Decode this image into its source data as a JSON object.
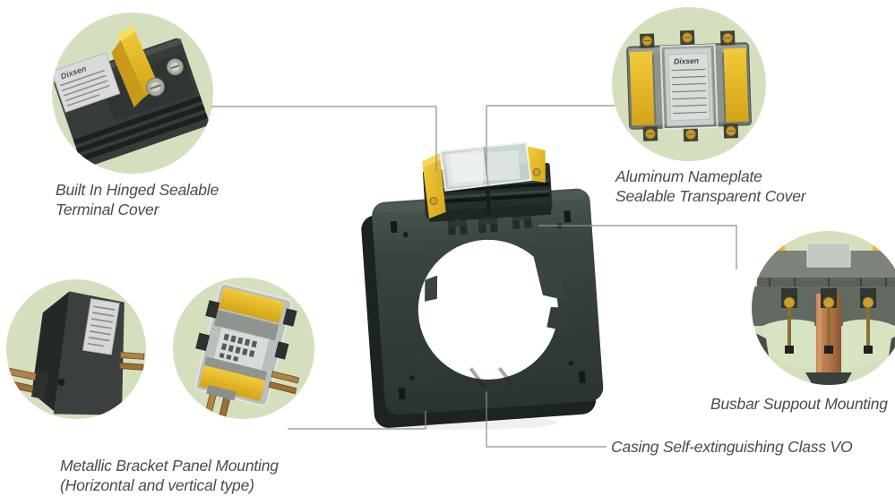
{
  "product": {
    "name_on_nameplate": "Dixsen"
  },
  "labels": {
    "terminal_cover": {
      "line1": "Built In Hinged Sealable",
      "line2": "Terminal Cover"
    },
    "nameplate": {
      "line1": "Aluminum Nameplate",
      "line2": "Sealable Transparent Cover"
    },
    "busbar": {
      "line1": "Busbar Suppout Mounting"
    },
    "bracket": {
      "line1": "Metallic Bracket Panel Mounting",
      "line2": "(Horizontal and vertical type)"
    },
    "casing": {
      "line1": "Casing Self-extinguishing Class VO"
    }
  },
  "colors": {
    "circle_background": "#d4e0bd",
    "accent_yellow": "#eac32c",
    "body_dark": "#343e3b",
    "label_text": "#4a4b4d",
    "leader_line": "#8b8e90",
    "copper_busbar": "#b5794a",
    "nameplate_silver": "#d2d7d3"
  }
}
